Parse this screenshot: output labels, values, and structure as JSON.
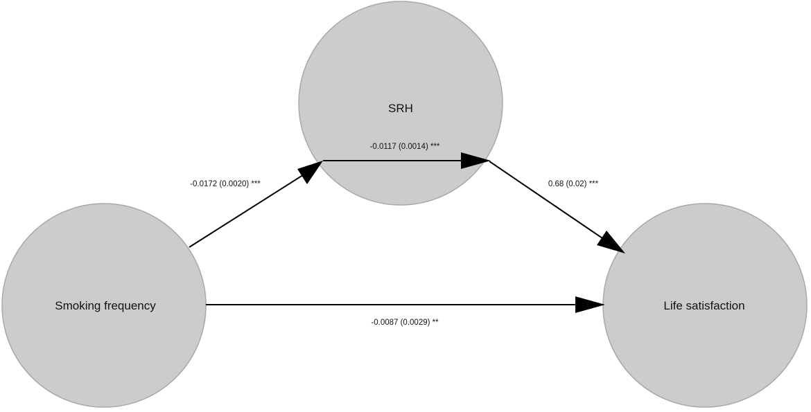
{
  "diagram": {
    "nodes": {
      "srh": {
        "label": "SRH"
      },
      "smoking": {
        "label": "Smoking frequency"
      },
      "life": {
        "label": "Life satisfaction"
      }
    },
    "edges": {
      "smoking_to_srh": {
        "label": "-0.0172 (0.0020) ***"
      },
      "srh_self": {
        "label": "-0.0117 (0.0014) ***"
      },
      "srh_to_life": {
        "label": "0.68 (0.02) ***"
      },
      "smoking_to_life": {
        "label": "-0.0087 (0.0029) **"
      }
    },
    "colors": {
      "node_fill": "#cccccc",
      "node_stroke": "#a8a8a8",
      "edge": "#000000"
    }
  }
}
